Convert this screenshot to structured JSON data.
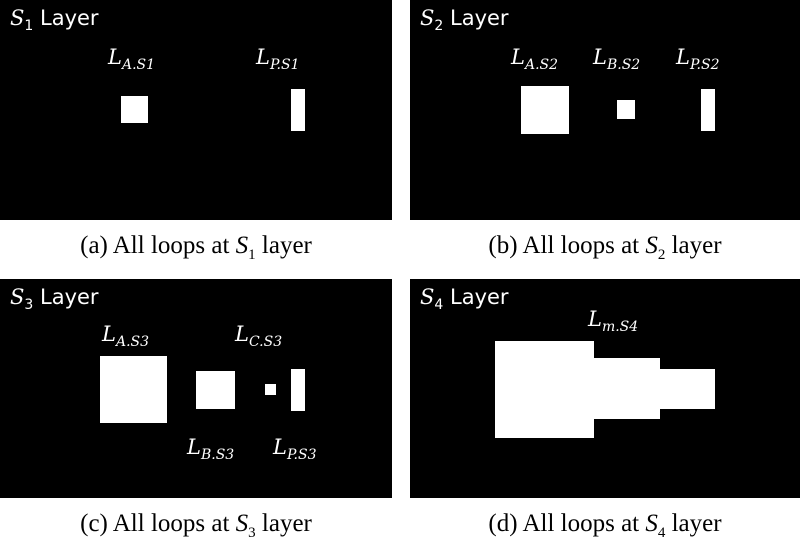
{
  "panels": {
    "a": {
      "title": {
        "var": "S",
        "sub": "1",
        "word": "Layer"
      },
      "loops": [
        {
          "main": "L",
          "sub": "A.S1"
        },
        {
          "main": "L",
          "sub": "P.S1"
        }
      ],
      "caption": {
        "pre": "(a) All loops at ",
        "var": "S",
        "sub": "1",
        "post": " layer"
      }
    },
    "b": {
      "title": {
        "var": "S",
        "sub": "2",
        "word": "Layer"
      },
      "loops": [
        {
          "main": "L",
          "sub": "A.S2"
        },
        {
          "main": "L",
          "sub": "B.S2"
        },
        {
          "main": "L",
          "sub": "P.S2"
        }
      ],
      "caption": {
        "pre": "(b) All loops at ",
        "var": "S",
        "sub": "2",
        "post": " layer"
      }
    },
    "c": {
      "title": {
        "var": "S",
        "sub": "3",
        "word": "Layer"
      },
      "loops": [
        {
          "main": "L",
          "sub": "A.S3"
        },
        {
          "main": "L",
          "sub": "C.S3"
        },
        {
          "main": "L",
          "sub": "B.S3"
        },
        {
          "main": "L",
          "sub": "P.S3"
        }
      ],
      "caption": {
        "pre": "(c) All loops at ",
        "var": "S",
        "sub": "3",
        "post": " layer"
      }
    },
    "d": {
      "title": {
        "var": "S",
        "sub": "4",
        "word": "Layer"
      },
      "loops": [
        {
          "main": "L",
          "sub": "m.S4"
        }
      ],
      "caption": {
        "pre": "(d) All loops at ",
        "var": "S",
        "sub": "4",
        "post": " layer"
      }
    }
  }
}
